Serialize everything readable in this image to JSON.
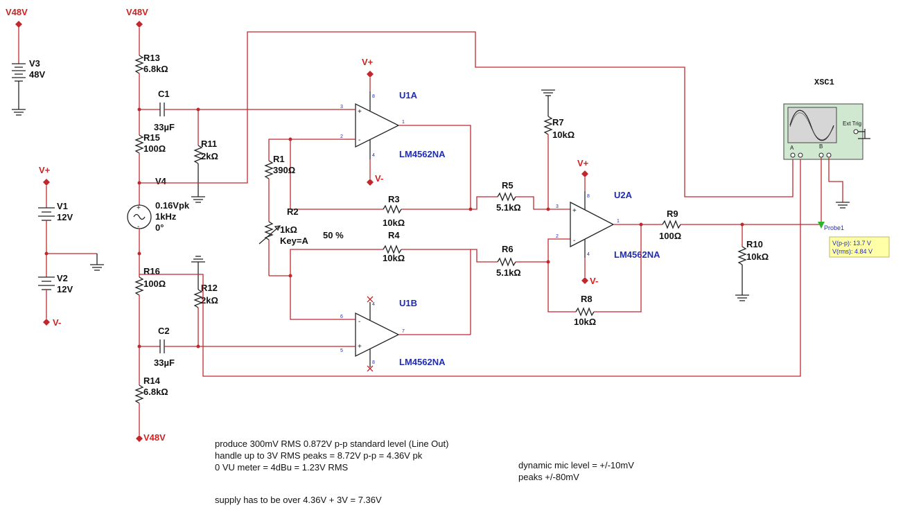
{
  "rails": {
    "v48_top_left": "V48V",
    "v48_top": "V48V",
    "v48_bottom": "V48V",
    "vplus_left": "V+",
    "vminus_left": "V-",
    "vplus_u1a": "V+",
    "vminus_u1a": "V-",
    "vplus_u2a": "V+",
    "vminus_u2a": "V-"
  },
  "sources": {
    "v3": {
      "name": "V3",
      "value": "48V"
    },
    "v1": {
      "name": "V1",
      "value": "12V"
    },
    "v2": {
      "name": "V2",
      "value": "12V"
    },
    "v4": {
      "name": "V4",
      "amplitude": "0.16Vpk",
      "frequency": "1kHz",
      "phase": "0°"
    }
  },
  "resistors": {
    "r13": {
      "name": "R13",
      "value": "6.8kΩ"
    },
    "r15": {
      "name": "R15",
      "value": "100Ω"
    },
    "r11": {
      "name": "R11",
      "value": "2kΩ"
    },
    "r1": {
      "name": "R1",
      "value": "390Ω"
    },
    "r16": {
      "name": "R16",
      "value": "100Ω"
    },
    "r12": {
      "name": "R12",
      "value": "2kΩ"
    },
    "r14": {
      "name": "R14",
      "value": "6.8kΩ"
    },
    "r3": {
      "name": "R3",
      "value": "10kΩ"
    },
    "r4": {
      "name": "R4",
      "value": "10kΩ"
    },
    "r5": {
      "name": "R5",
      "value": "5.1kΩ"
    },
    "r6": {
      "name": "R6",
      "value": "5.1kΩ"
    },
    "r7": {
      "name": "R7",
      "value": "10kΩ"
    },
    "r8": {
      "name": "R8",
      "value": "10kΩ"
    },
    "r9": {
      "name": "R9",
      "value": "100Ω"
    },
    "r10": {
      "name": "R10",
      "value": "10kΩ"
    }
  },
  "pot": {
    "name": "R2",
    "value": "1kΩ",
    "key": "Key=A",
    "setting": "50 %"
  },
  "capacitors": {
    "c1": {
      "name": "C1",
      "value": "33µF"
    },
    "c2": {
      "name": "C2",
      "value": "33µF"
    }
  },
  "opamps": {
    "u1a": {
      "name": "U1A",
      "part": "LM4562NA",
      "pins": {
        "in_p": "3",
        "in_n": "2",
        "out": "1",
        "vp": "8",
        "vn": "4"
      }
    },
    "u1b": {
      "name": "U1B",
      "part": "LM4562NA",
      "pins": {
        "in_n": "6",
        "in_p": "5",
        "out": "7",
        "vp": "4",
        "vn": "8"
      }
    },
    "u2a": {
      "name": "U2A",
      "part": "LM4562NA",
      "pins": {
        "in_p": "3",
        "in_n": "2",
        "out": "1",
        "vp": "8",
        "vn": "4"
      }
    }
  },
  "scope": {
    "name": "XSC1",
    "ext_trig": "Ext Trig",
    "ch_a": "A",
    "ch_b": "B"
  },
  "probe": {
    "name": "Probe1",
    "vpp": "V(p-p): 13.7 V",
    "vrms": "V(rms): 4.84 V"
  },
  "notes": {
    "line1": "produce 300mV RMS 0.872V p-p standard level (Line Out)",
    "line2": "handle up to 3V RMS peaks = 8.72V p-p = 4.36V pk",
    "line3": "0 VU meter = 4dBu = 1.23V RMS",
    "line4": "supply has to be over 4.36V + 3V = 7.36V",
    "mic1": "dynamic mic level = +/-10mV",
    "mic2": "peaks +/-80mV"
  },
  "colors": {
    "wire": "#c0282d",
    "label_red": "#d42020",
    "label_blue": "#1d2bb8",
    "probe_box": "#ffffa8",
    "scope_body": "#cfe8cf"
  }
}
